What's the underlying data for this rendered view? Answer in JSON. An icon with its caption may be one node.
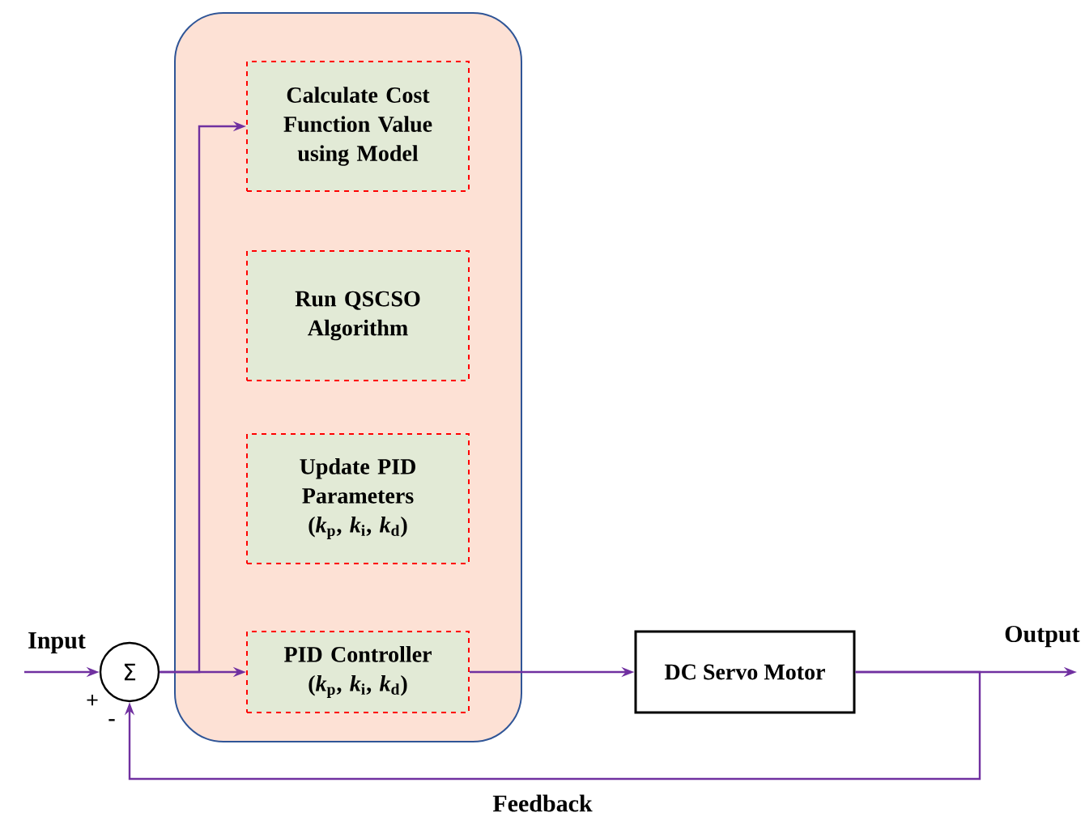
{
  "diagram": {
    "nodes": [
      {
        "text": [],
        "shape": "box"
      },
      {
        "text": [
          "Calculate Cost Function Value using Model"
        ],
        "in": 0
      },
      {
        "text": [
          "Run QSCSO Algorithm"
        ],
        "in": 0
      },
      {
        "text": [
          "Update PID Parameters (*k*$_{p}$, *k*$_{i}$, *k*$_{d}$)"
        ],
        "in": 0
      },
      {
        "text": [
          "PID Controller (*k*$_{p}$, *k*$_{i}$, *k*$_{d}$)"
        ],
        "in": 0
      },
      {
        "text": [
          "Σ"
        ]
      },
      {
        "text": [
          "DC Servo Motor"
        ]
      }
    ],
    "edges": [
      {
        "from": null,
        "to": 5,
        "arrow": "to",
        "label": "Input"
      },
      {
        "from": 5,
        "to": 4,
        "arrow": "to"
      },
      {
        "from": 5,
        "to": 1,
        "arrow": "to"
      },
      {
        "from": 4,
        "to": 6,
        "arrow": "to"
      },
      {
        "from": 6,
        "to": null,
        "arrow": "to",
        "label": "Output"
      },
      {
        "from": 6,
        "to": 5,
        "arrow": "to",
        "label": "Feedback"
      }
    ],
    "labels": [
      "+",
      "-"
    ]
  }
}
